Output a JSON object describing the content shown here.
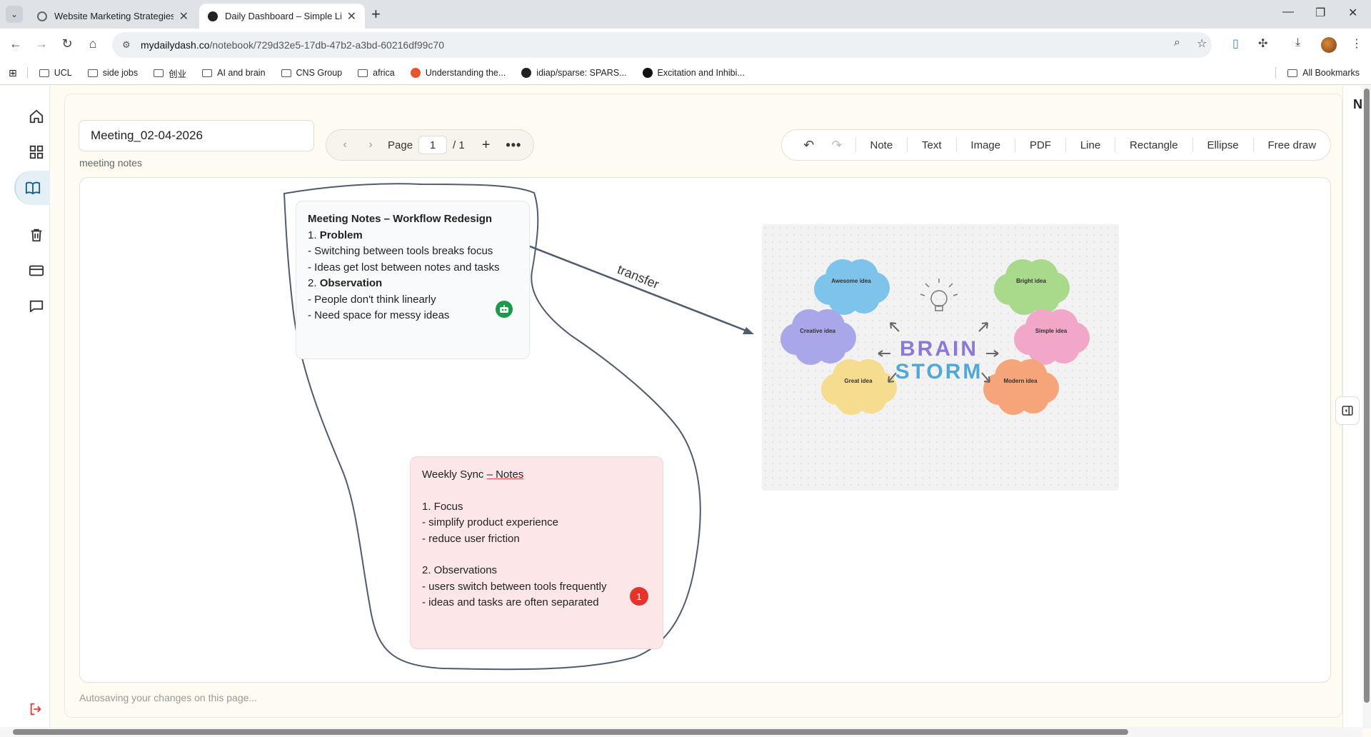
{
  "browser": {
    "tabs": [
      {
        "title": "Website Marketing Strategies"
      },
      {
        "title": "Daily Dashboard – Simple Life &"
      }
    ],
    "url_host": "mydailydash.co",
    "url_path": "/notebook/729d32e5-17db-47b2-a3bd-60216df99c70",
    "bookmarks": [
      "UCL",
      "side jobs",
      "创业",
      "AI and brain",
      "CNS Group",
      "africa",
      "Understanding the...",
      "idiap/sparse: SPARS...",
      "Excitation and Inhibi..."
    ],
    "all_bookmarks": "All Bookmarks"
  },
  "notebook": {
    "title": "Meeting_02-04-2026",
    "subtitle": "meeting notes",
    "page_label": "Page",
    "page_current": "1",
    "page_total": "/ 1",
    "autosave": "Autosaving your changes on this page..."
  },
  "tools": [
    "Note",
    "Text",
    "Image",
    "PDF",
    "Line",
    "Rectangle",
    "Ellipse",
    "Free draw"
  ],
  "note1": {
    "title": "Meeting Notes – Workflow Redesign",
    "h1_num": "1.",
    "h1": "Problem",
    "l1": "- Switching between tools breaks focus",
    "l2": "- Ideas get lost between notes and tasks",
    "h2_num": "2.",
    "h2": "Observation",
    "l3": "- People don't think linearly",
    "l4": "- Need space for messy ideas"
  },
  "note2": {
    "title_a": "Weekly Sync ",
    "title_b": "– Notes",
    "s1": "1. Focus",
    "s1a": "- simplify product experience",
    "s1b": "- reduce user friction",
    "s2": "2. Observations",
    "s2a": "- users switch between tools frequently",
    "s2b": "- ideas and tasks are often separated",
    "badge": "1"
  },
  "arrow_label": "transfer",
  "brainstorm": {
    "title_top": "BRAIN",
    "title_bottom": "STORM",
    "clouds": [
      {
        "label": "Awesome idea",
        "color": "#7ec3ea"
      },
      {
        "label": "Bright idea",
        "color": "#a9d98a"
      },
      {
        "label": "Creative idea",
        "color": "#a9a6ea"
      },
      {
        "label": "Simple idea",
        "color": "#f3a7c8"
      },
      {
        "label": "Great idea",
        "color": "#f5dc8e"
      },
      {
        "label": "Modern idea",
        "color": "#f6a57a"
      }
    ]
  },
  "right_panel_letter": "N",
  "colors": {
    "accent": "#e4f0f6",
    "badge_green": "#1a9a4a",
    "badge_red": "#e5352b",
    "logout": "#e53935"
  }
}
